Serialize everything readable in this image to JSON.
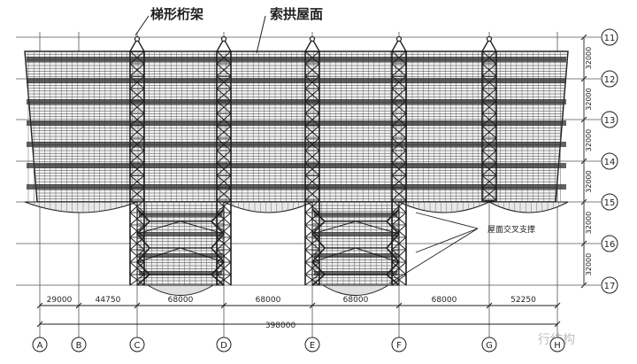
{
  "callouts": {
    "truss_label": "梯形桁架",
    "cable_arch_label": "索拱屋面",
    "roof_bracing_label": "屋面交叉支撑"
  },
  "column_axes": [
    "A",
    "B",
    "C",
    "D",
    "E",
    "F",
    "G",
    "H"
  ],
  "row_axes": [
    "11",
    "12",
    "13",
    "14",
    "15",
    "16",
    "17"
  ],
  "bay_dims": [
    "29000",
    "44750",
    "68000",
    "68000",
    "68000",
    "68000",
    "52250"
  ],
  "total_dim": "398000",
  "row_dims": [
    "32000",
    "32000",
    "32000",
    "32000",
    "32000",
    "32000"
  ],
  "watermark": "行结构",
  "colors": {
    "ink": "#1e1e1e",
    "grid": "#555555",
    "paper": "#ffffff"
  }
}
